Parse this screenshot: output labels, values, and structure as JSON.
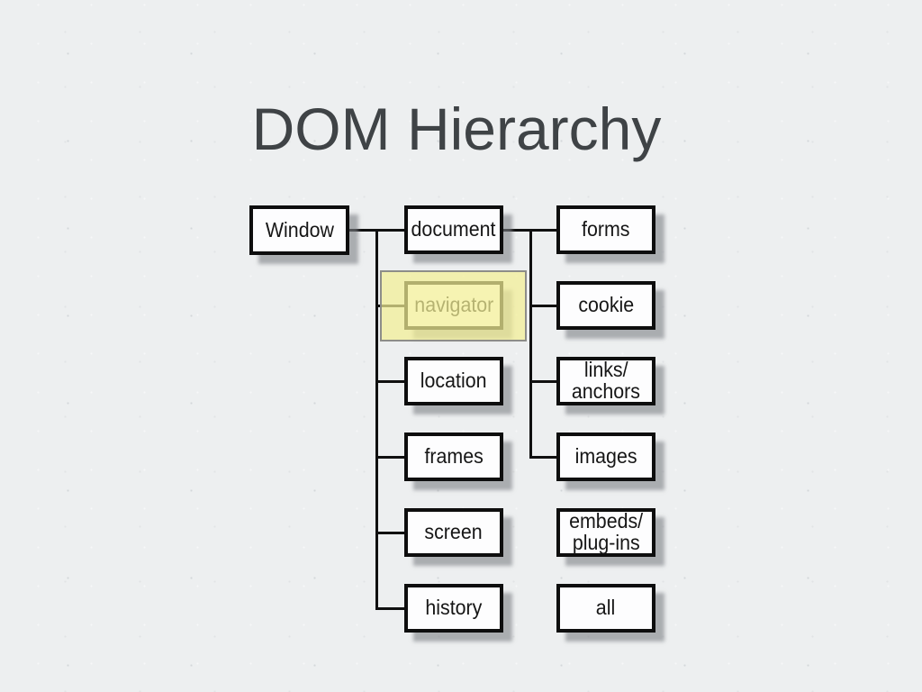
{
  "slide": {
    "title": "DOM Hierarchy"
  },
  "diagram": {
    "type": "tree",
    "nodes": {
      "window": {
        "label": "Window"
      },
      "document": {
        "label": "document"
      },
      "navigator": {
        "label": "navigator",
        "highlighted": true
      },
      "location": {
        "label": "location"
      },
      "frames": {
        "label": "frames"
      },
      "screen": {
        "label": "screen"
      },
      "history": {
        "label": "history"
      },
      "forms": {
        "label": "forms"
      },
      "cookie": {
        "label": "cookie"
      },
      "links_anchors": {
        "label": "links/anchors",
        "line1": "links/",
        "line2": "anchors"
      },
      "images": {
        "label": "images"
      },
      "embeds_plugins": {
        "label": "embeds/plug-ins",
        "line1": "embeds/",
        "line2": "plug-ins"
      },
      "all": {
        "label": "all"
      }
    },
    "edges": [
      {
        "from": "Window",
        "to": "document"
      },
      {
        "from": "Window",
        "to": "navigator"
      },
      {
        "from": "Window",
        "to": "location"
      },
      {
        "from": "Window",
        "to": "frames"
      },
      {
        "from": "Window",
        "to": "screen"
      },
      {
        "from": "Window",
        "to": "history"
      },
      {
        "from": "document",
        "to": "forms"
      },
      {
        "from": "document",
        "to": "cookie"
      },
      {
        "from": "document",
        "to": "links/anchors"
      },
      {
        "from": "document",
        "to": "images"
      }
    ],
    "unconnected_nodes": [
      "embeds/plug-ins",
      "all"
    ],
    "highlighted_node": "navigator",
    "colors": {
      "background": "#edeff0",
      "box_fill": "#fdfdfe",
      "box_border": "#0e0e0e",
      "connector": "#101010",
      "shadow": "#b0b3b6",
      "highlight_fill": "#f3ef94",
      "highlight_border": "#8d8d89",
      "title_text": "#3f4346"
    }
  }
}
